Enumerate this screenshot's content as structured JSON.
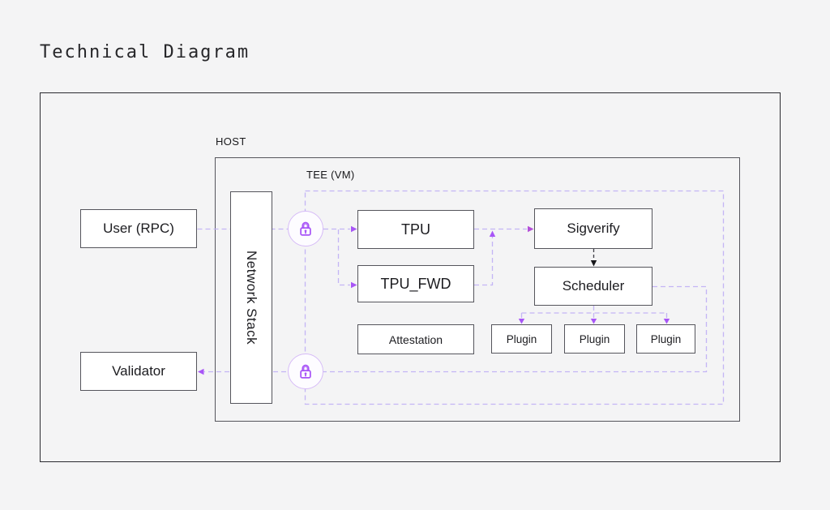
{
  "title": "Technical Diagram",
  "host": {
    "label": "HOST"
  },
  "tee": {
    "label": "TEE (VM)"
  },
  "nodes": {
    "user_rpc": {
      "label": "User (RPC)"
    },
    "validator": {
      "label": "Validator"
    },
    "network_stack": {
      "label": "Network Stack"
    },
    "tpu": {
      "label": "TPU"
    },
    "tpu_fwd": {
      "label": "TPU_FWD"
    },
    "attestation": {
      "label": "Attestation"
    },
    "sigverify": {
      "label": "Sigverify"
    },
    "scheduler": {
      "label": "Scheduler"
    },
    "plugins": [
      {
        "label": "Plugin"
      },
      {
        "label": "Plugin"
      },
      {
        "label": "Plugin"
      }
    ]
  },
  "icons": [
    {
      "name": "lock-icon",
      "position": "tee-left-edge-top"
    },
    {
      "name": "lock-icon",
      "position": "tee-left-edge-bottom"
    }
  ],
  "edges": [
    {
      "from": "user_rpc",
      "to": "lock-top",
      "style": "dashed-purple",
      "arrow": "none"
    },
    {
      "from": "lock-top",
      "to": "tpu",
      "style": "dashed-purple",
      "arrow": "into-tpu"
    },
    {
      "from": "lock-top",
      "to": "tpu_fwd",
      "style": "dashed-purple",
      "arrow": "into-tpu_fwd"
    },
    {
      "from": "tpu",
      "to": "sigverify",
      "style": "dashed-purple",
      "arrow": "into-sigverify"
    },
    {
      "from": "tpu_fwd",
      "to": "tpu-sigverify-line",
      "style": "dashed-purple",
      "arrow": "up-at-junction"
    },
    {
      "from": "sigverify",
      "to": "scheduler",
      "style": "dashed-black",
      "arrow": "into-scheduler"
    },
    {
      "from": "scheduler",
      "to": "plugins",
      "style": "dashed-purple",
      "arrow": "into-each-plugin"
    },
    {
      "from": "scheduler",
      "to": "validator",
      "style": "dashed-purple",
      "arrow": "into-validator",
      "route": "right-down-left-through-lock-bottom"
    }
  ],
  "colors": {
    "background": "#f4f4f5",
    "box_fill": "#ffffff",
    "box_border": "#55555c",
    "outer_border": "#2b2b30",
    "dashed_line": "#c4b5f5",
    "arrow_purple": "#a855f7",
    "dashed_black": "#3f3f46",
    "lock_stroke": "#a855f7",
    "lock_circle_border": "#d6bbf7"
  }
}
